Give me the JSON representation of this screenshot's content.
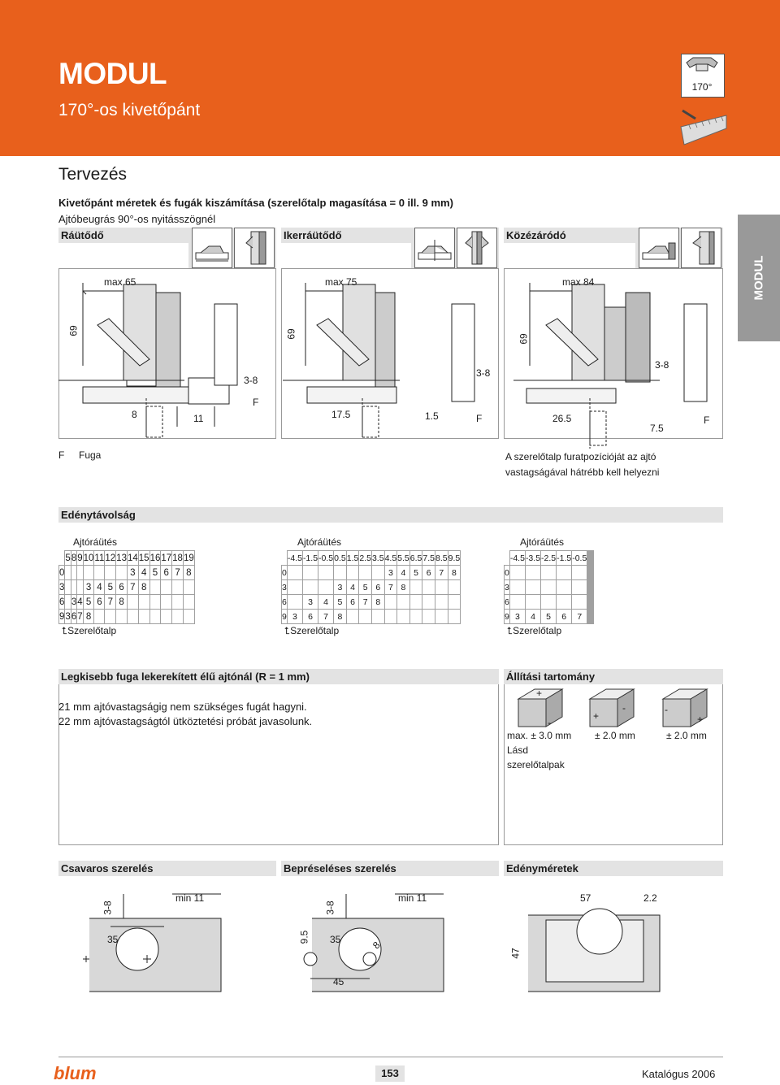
{
  "header": {
    "title": "MODUL",
    "subtitle": "170°-os kivetőpánt",
    "badge_angle": "170°",
    "accent_color": "#e8601c"
  },
  "side_tab": "MODUL",
  "section_title": "Tervezés",
  "intro": {
    "line1": "Kivetőpánt méretek és fugák kiszámítása (szerelőtalp magasítása = 0 ill. 9 mm)",
    "line2": "Ajtóbeugrás 90°-os nyitásszögnél"
  },
  "columns": [
    {
      "label": "Ráütődő",
      "max": "max 65",
      "height": "69",
      "dims": [
        "3-8",
        "F",
        "8",
        "11"
      ]
    },
    {
      "label": "Ikerráütődő",
      "max": "max 75",
      "height": "69",
      "dims": [
        "3-8",
        "17.5",
        "1.5",
        "F"
      ]
    },
    {
      "label": "Közézáródó",
      "max": "max 84",
      "height": "69",
      "dims": [
        "3-8",
        "26.5",
        "7.5",
        "F"
      ]
    }
  ],
  "legend": {
    "f": "F",
    "fuga": "Fuga",
    "note": "A szerelőtalp furatpozícióját az ajtó vastagságával hátrébb kell helyezni"
  },
  "edeny_title": "Edénytávolság",
  "tables": [
    {
      "label": "Ajtóráütés",
      "header": [
        "5",
        "8",
        "9",
        "10",
        "11",
        "12",
        "13",
        "14",
        "15",
        "16",
        "17",
        "18",
        "19"
      ],
      "rows": [
        [
          "0",
          "",
          "",
          "",
          "",
          "",
          "3",
          "4",
          "5",
          "6",
          "7",
          "8"
        ],
        [
          "3",
          "",
          "",
          "3",
          "4",
          "5",
          "6",
          "7",
          "8",
          "",
          "",
          ""
        ],
        [
          "6",
          "3",
          "4",
          "5",
          "6",
          "7",
          "8",
          "",
          "",
          "",
          "",
          ""
        ],
        [
          "9",
          "3",
          "6",
          "7",
          "8",
          "",
          "",
          "",
          "",
          "",
          "",
          ""
        ]
      ],
      "footer": "Szerelőtalp"
    },
    {
      "label": "Ajtóráütés",
      "header": [
        "-4.5",
        "-1.5",
        "-0.5",
        "0.5",
        "1.5",
        "2.5",
        "3.5",
        "4.5",
        "5.5",
        "6.5",
        "7.5",
        "8.5",
        "9.5"
      ],
      "rows": [
        [
          "0",
          "",
          "",
          "",
          "",
          "",
          "3",
          "4",
          "5",
          "6",
          "7",
          "8"
        ],
        [
          "3",
          "",
          "",
          "3",
          "4",
          "5",
          "6",
          "7",
          "8",
          "",
          "",
          ""
        ],
        [
          "6",
          "3",
          "4",
          "5",
          "6",
          "7",
          "8",
          "",
          "",
          "",
          "",
          ""
        ],
        [
          "9",
          "3",
          "6",
          "7",
          "8",
          "",
          "",
          "",
          "",
          "",
          "",
          ""
        ]
      ],
      "footer": "Szerelőtalp"
    },
    {
      "label": "Ajtóráütés",
      "header": [
        "-4.5",
        "-3.5",
        "-2.5",
        "-1.5",
        "-0.5"
      ],
      "rows": [
        [
          "0",
          "",
          "",
          "",
          "",
          ""
        ],
        [
          "3",
          "",
          "",
          "",
          "",
          ""
        ],
        [
          "6",
          "",
          "",
          "",
          "",
          ""
        ],
        [
          "9",
          "3",
          "4",
          "5",
          "6",
          "7"
        ]
      ],
      "footer": "Szerelőtalp"
    }
  ],
  "fuga_title": "Legkisebb fuga lekerekített élű ajtónál (R = 1 mm)",
  "fuga_text1": "21 mm ajtóvastagságig nem szükséges fugát hagyni.",
  "fuga_text2": "22 mm ajtóvastagságtól ütköztetési próbát javasolunk.",
  "allitas": {
    "title": "Állítási tartomány",
    "values": [
      "max. ± 3.0 mm",
      "± 2.0 mm",
      "± 2.0 mm"
    ],
    "note1": "Lásd",
    "note2": "szerelőtalpak",
    "signs": [
      "+",
      "-",
      "+",
      "-",
      "-",
      "+"
    ]
  },
  "bottom": [
    {
      "title": "Csavaros szerelés",
      "dims": [
        "3-8",
        "min 11",
        "35"
      ]
    },
    {
      "title": "Bepréseléses szerelés",
      "dims": [
        "3-8",
        "min 11",
        "9.5",
        "35",
        "8",
        "45"
      ]
    },
    {
      "title": "Edényméretek",
      "dims": [
        "57",
        "2.2",
        "47"
      ]
    }
  ],
  "footer": {
    "brand": "blum",
    "page": "153",
    "catalog": "Katalógus 2006"
  }
}
